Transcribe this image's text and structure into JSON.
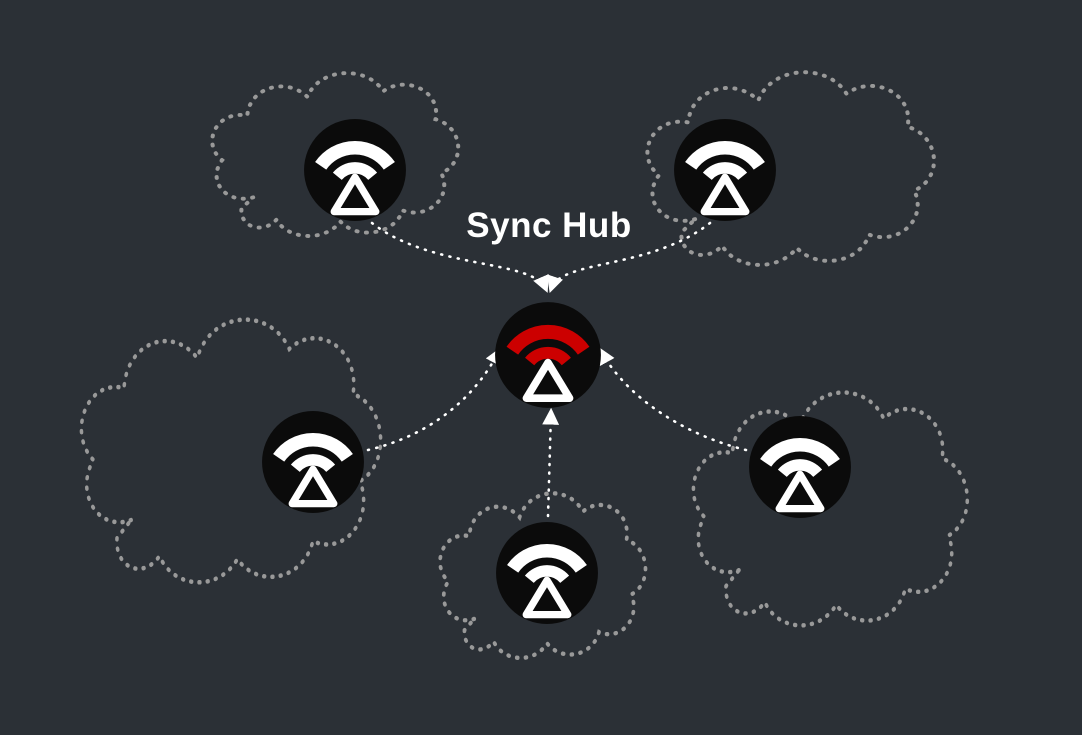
{
  "diagram": {
    "type": "hub-and-spoke-topology",
    "hub": {
      "label": "Sync Hub",
      "icon": "sync-hub-icon"
    },
    "devices": [
      {
        "id": "device-top-left",
        "icon": "sync-device-icon",
        "cloud": "cloud-top-left"
      },
      {
        "id": "device-top-right",
        "icon": "sync-device-icon",
        "cloud": "cloud-top-right"
      },
      {
        "id": "device-mid-left",
        "icon": "sync-device-icon",
        "cloud": "cloud-mid-left"
      },
      {
        "id": "device-mid-right",
        "icon": "sync-device-icon",
        "cloud": "cloud-mid-right"
      },
      {
        "id": "device-bottom-center",
        "icon": "sync-device-icon",
        "cloud": "cloud-bottom-center"
      }
    ],
    "edges": [
      {
        "from": "device-top-left",
        "to": "hub",
        "style": "dotted-arrow"
      },
      {
        "from": "device-top-right",
        "to": "hub",
        "style": "dotted-arrow"
      },
      {
        "from": "device-mid-left",
        "to": "hub",
        "style": "dotted-arrow"
      },
      {
        "from": "device-mid-right",
        "to": "hub",
        "style": "dotted-arrow"
      },
      {
        "from": "device-bottom-center",
        "to": "hub",
        "style": "dotted-arrow"
      }
    ]
  },
  "colors": {
    "background": "#2b3036",
    "cloud_outline": "#999999",
    "arrow": "#ffffff",
    "icon_background": "#0b0b0b",
    "icon_foreground": "#ffffff",
    "hub_accent": "#cc0000",
    "title_text": "#ffffff"
  }
}
